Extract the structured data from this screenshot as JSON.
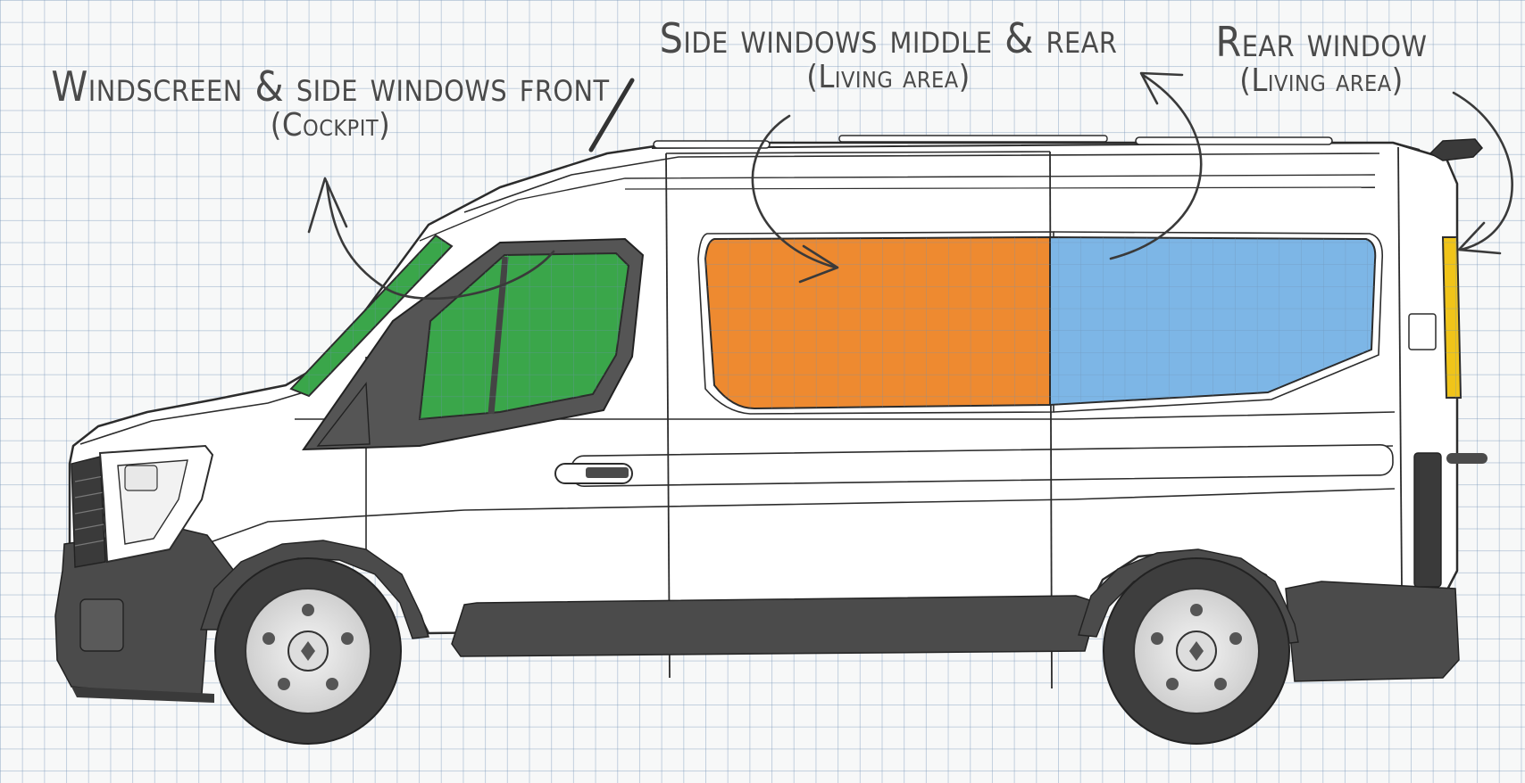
{
  "labels": {
    "front": {
      "main": "Windscreen & side windows front",
      "sub": "(Cockpit)"
    },
    "middle": {
      "main": "Side windows middle & rear",
      "sub": "(Living area)"
    },
    "rear": {
      "main": "Rear window",
      "sub": "(Living area)"
    }
  },
  "colors": {
    "front_windows": "#3aa64a",
    "middle_window": "#ee8a30",
    "rear_side_window": "#7db6e6",
    "rear_window": "#f0c419",
    "body": "#ffffff",
    "trim": "#4b4b4b",
    "outline": "#2c2c2c"
  }
}
